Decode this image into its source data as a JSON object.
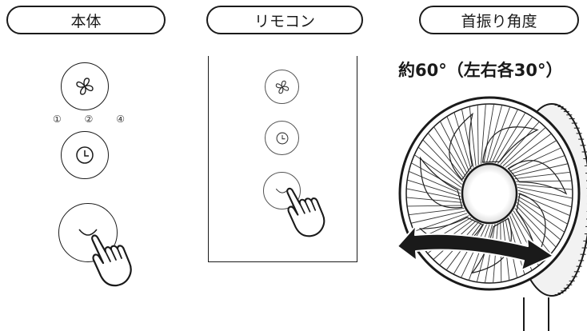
{
  "headers": {
    "body": "本体",
    "remote": "リモコン",
    "swing": "首振り角度"
  },
  "swing_angle_text": "約60°（左右各30°）",
  "body_panel": {
    "speed_labels": [
      "①",
      "②",
      "④"
    ],
    "buttons": [
      "fan-speed",
      "timer",
      "swing"
    ]
  },
  "remote_panel": {
    "buttons": [
      "fan-speed",
      "timer",
      "swing"
    ]
  },
  "icons": [
    "fan-icon",
    "timer-icon",
    "swing-icon",
    "pointing-hand-icon",
    "oscillation-arrow-icon"
  ]
}
